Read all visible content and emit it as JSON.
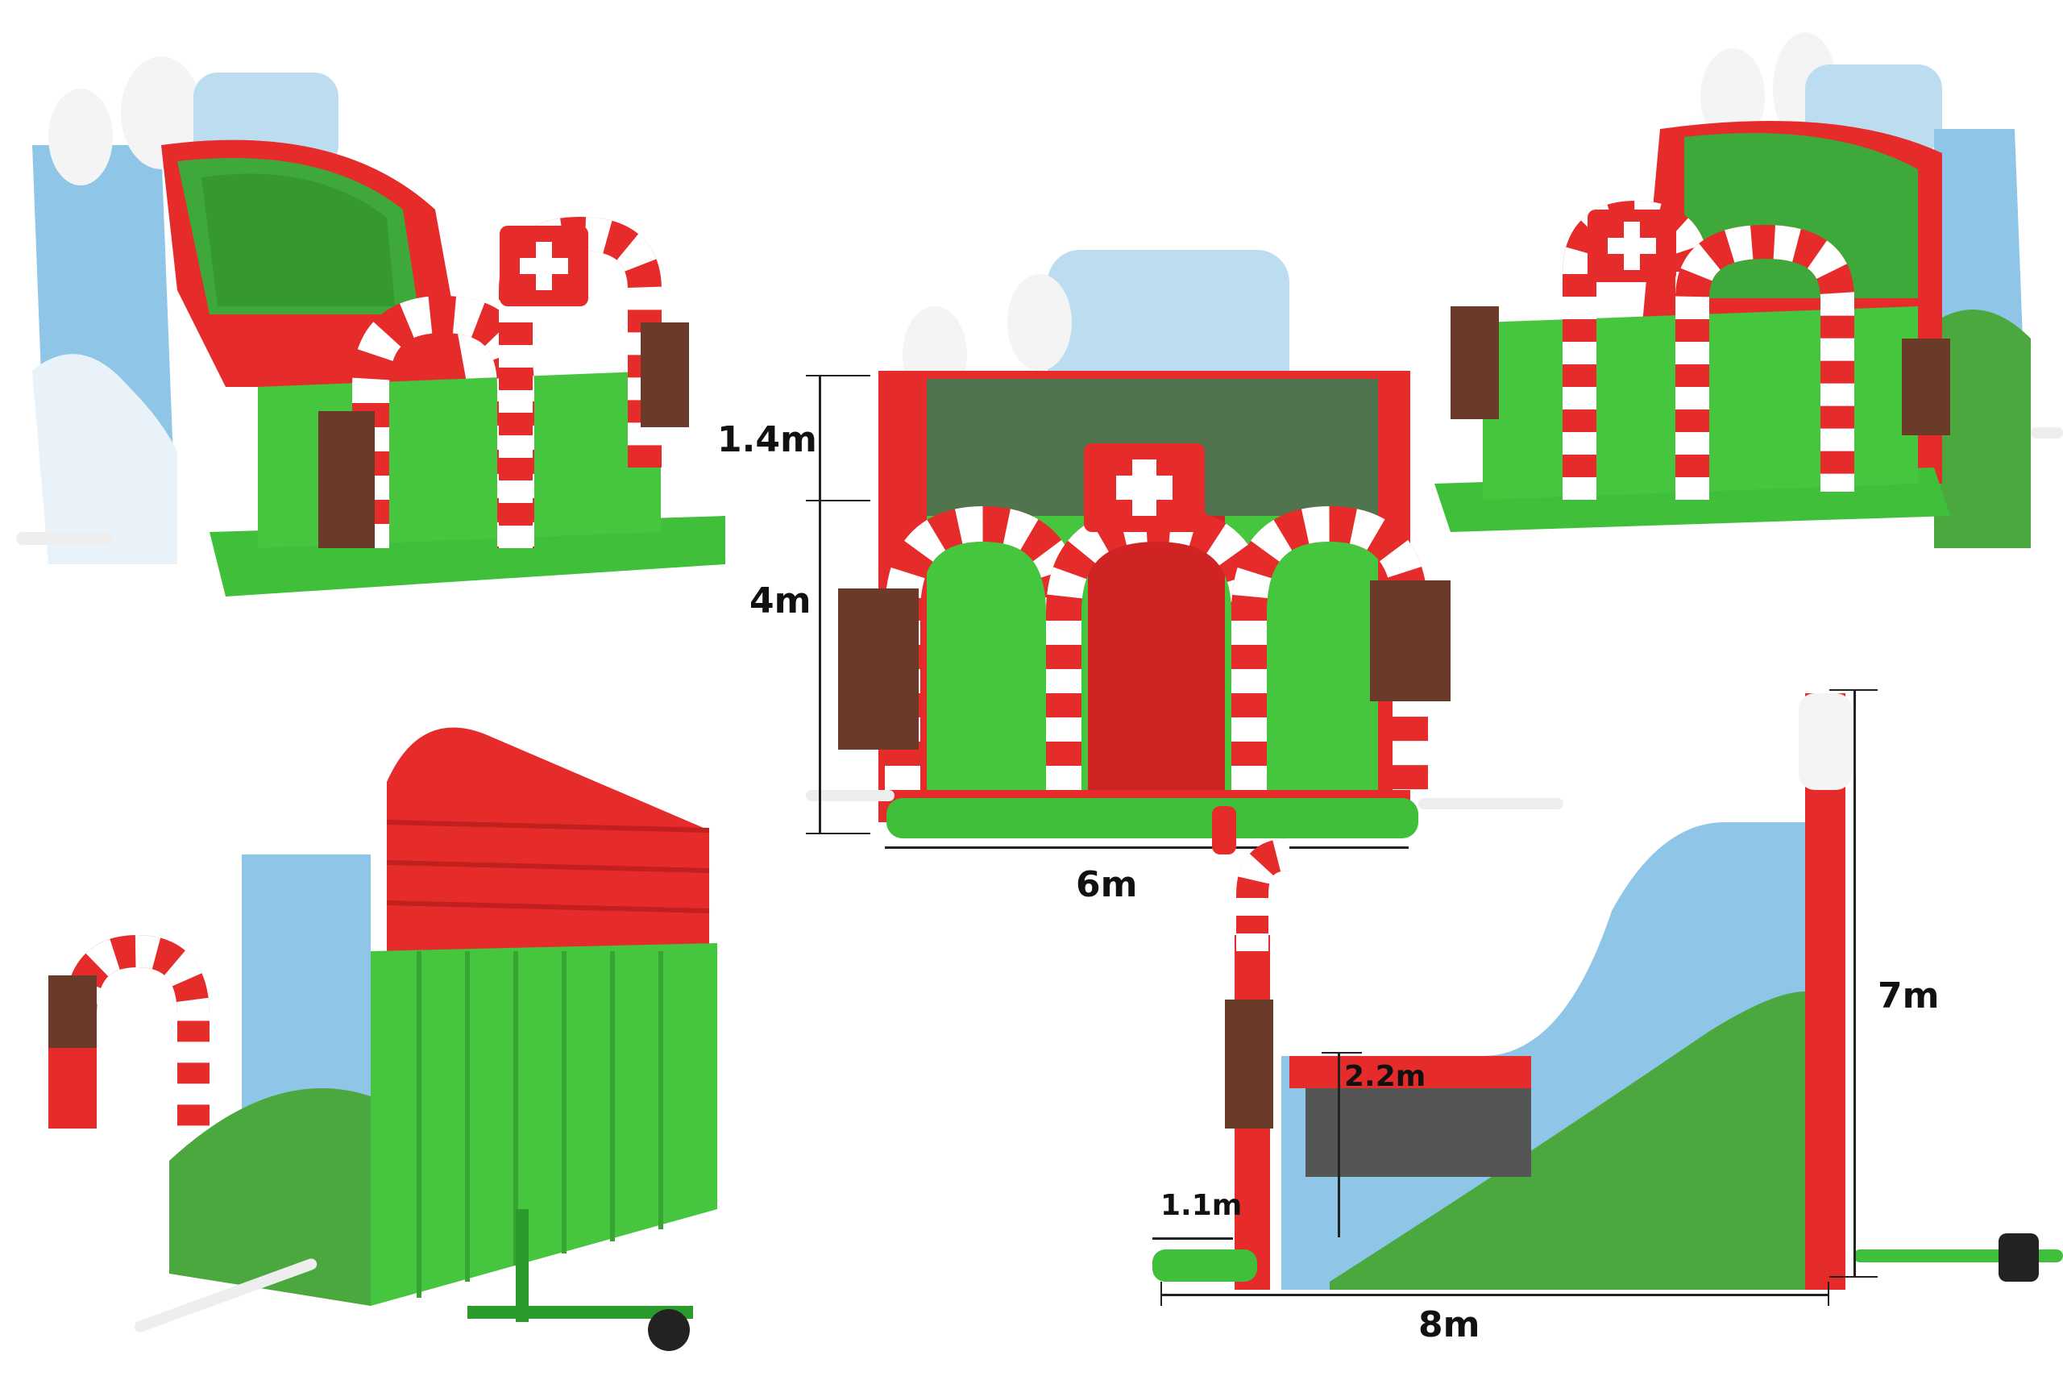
{
  "product": {
    "name": "",
    "views": [
      "front-left-perspective",
      "front",
      "front-right-perspective",
      "rear-perspective",
      "side"
    ]
  },
  "dimensions": {
    "front_net_height": "1.4m",
    "front_wall_height": "4m",
    "front_width": "6m",
    "side_total_height": "7m",
    "side_wall_height": "2.2m",
    "side_step_height": "1.1m",
    "side_length": "8m"
  },
  "colors": {
    "red": "#e62b2b",
    "white": "#ffffff",
    "green": "#3fbf3a",
    "sky_blue": "#8fc6e8",
    "chocolate": "#6b3b2a",
    "net": "#4a4a4a"
  }
}
